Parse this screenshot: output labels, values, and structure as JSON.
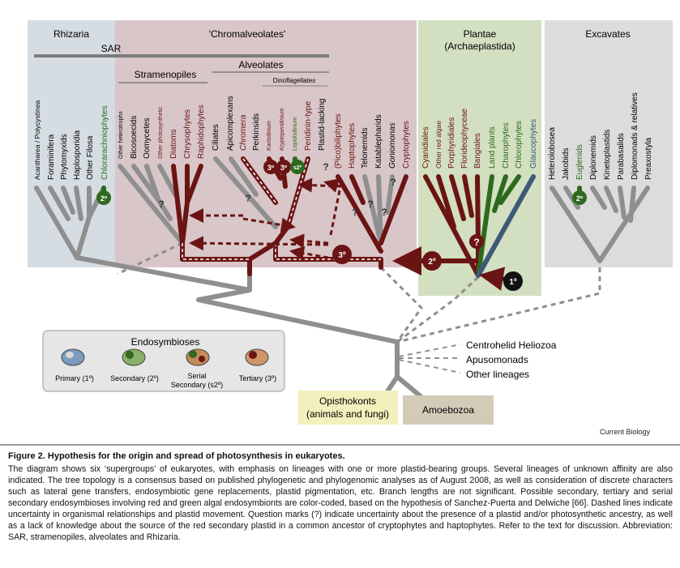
{
  "groups": {
    "rhizaria": "Rhizaria",
    "chromalveolates": "'Chromalveolates'",
    "plantae": "Plantae",
    "plantae_sub": "(Archaeplastida)",
    "excavates": "Excavates",
    "sar": "SAR",
    "stramenopiles": "Stramenopiles",
    "alveolates": "Alveolates",
    "dinoflagellates": "Dinoflagellates"
  },
  "taxa": {
    "rhizaria": [
      "Acantharea / Polycystinea",
      "Foraminifera",
      "Phytomyxids",
      "Haplosporidia",
      "Other Filosa",
      "Chlorarachniophytes"
    ],
    "stramenopiles": [
      "Other heterotrophs",
      "Bicosoecids",
      "Oomycetes",
      "Other photosynthetic",
      "Diatoms",
      "Chrysophytes",
      "Raphidophytes"
    ],
    "alveolates": [
      "Ciliates",
      "Apicomplexans",
      "Chromera",
      "Perkinsids",
      "Karlodinium",
      "Kryptoperidinium",
      "Lepidodinium",
      "Peridinin-type",
      "Plastid-lacking"
    ],
    "chromalveolates_other": [
      "(Pico)biliphytes",
      "Haptophytes",
      "Telonemids",
      "Katablepharids",
      "Goniomonas",
      "Cryptophytes"
    ],
    "plantae": [
      "Cyanidiales",
      "Other red algae",
      "Porphyridiales",
      "Florideophyceae",
      "Bangiales",
      "Land plants",
      "Charophytes",
      "Chlorophytes",
      "Glaucophytes"
    ],
    "excavates": [
      "Heterolobosea",
      "Jakobids",
      "Euglenids",
      "Diplonemids",
      "Kinetoplastids",
      "Parabasalids",
      "Diplomonads & relatives",
      "Preaxostyla"
    ]
  },
  "badges": {
    "two": "2º",
    "three": "3º",
    "s2": "s2º",
    "one": "1º",
    "question": "?"
  },
  "other_lineages": [
    "Centrohelid Heliozoa",
    "Apusomonads",
    "Other lineages"
  ],
  "opisthokonts": [
    "Opisthokonts",
    "(animals and fungi)"
  ],
  "amoebozoa": "Amoebozoa",
  "legend": {
    "title": "Endosymbioses",
    "items": [
      "Primary (1º)",
      "Secondary (2º)",
      "Serial",
      "Secondary (s2º)",
      "Tertiary (3º)"
    ]
  },
  "credit": "Current Biology",
  "caption": {
    "title": "Figure 2. Hypothesis for the origin and spread of photosynthesis in eukaryotes.",
    "body": "The diagram shows six ‘supergroups’ of eukaryotes, with emphasis on lineages with one or more plastid-bearing groups. Several lineages of unknown affinity are also indicated. The tree topology is a consensus based on published phylogenetic and phylogenomic analyses as of August 2008, as well as consideration of discrete characters such as lateral gene transfers, endosymbiotic gene replacements, plastid pigmentation, etc. Branch lengths are not significant. Possible secondary, tertiary and serial secondary endosymbioses involving red and green algal endosymbionts are color-coded, based on the hypothesis of Sanchez-Puerta and Delwiche [66]. Dashed lines indicate uncertainty in organismal relationships and plastid movement. Question marks (?) indicate uncertainty about the presence of a plastid and/or photosynthetic ancestry, as well as a lack of knowledge about the source of the red secondary plastid in a common ancestor of cryptophytes and haptophytes. Refer to the text for discussion. Abbreviation: SAR, stramenopiles, alveolates and Rhizaria."
  },
  "colors": {
    "grey_branch": "#8f8f8f",
    "red": "#6b1414",
    "green": "#2e6a1e",
    "blue": "#3c5a78",
    "rhizaria_bg": "#d5dde3",
    "chromalveolate_bg": "#d9c6c8",
    "plantae_bg": "#d2dfc0",
    "excavate_bg": "#dcdcdc",
    "opisthokont_bg": "#f3f0bd",
    "amoebozoa_bg": "#d3cab8"
  }
}
